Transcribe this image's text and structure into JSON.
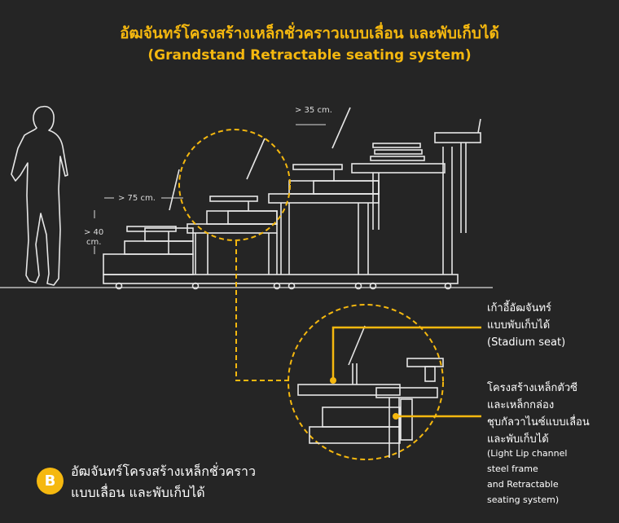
{
  "title_th": "อัฒจันทร์โครงสร้างเหล็กชั่วคราวแบบเลื่อน และพับเก็บได้",
  "title_en": "(Grandstand Retractable seating system)",
  "dimensions": {
    "seat_gap": "> 35 cm.",
    "row_depth": "> 75 cm.",
    "step_height_1": "> 40",
    "step_height_2": "cm."
  },
  "callouts": {
    "seat": [
      "เก้าอี้อัฒจันทร์",
      "แบบพับเก็บได้",
      "(Stadium seat)"
    ],
    "frame": [
      "โครงสร้างเหล็กตัวซี",
      "และเหล็กกล่อง",
      "ชุบกัลวาไนซ์แบบเลื่อน",
      "และพับเก็บได้"
    ],
    "frame_en": [
      "(Light Lip channel",
      "steel frame",
      "and Retractable",
      "seating system)"
    ]
  },
  "badge": "B",
  "caption": [
    "อัฒจันทร์โครงสร้างเหล็กชั่วคราว",
    "แบบเลื่อน และพับเก็บได้"
  ],
  "colors": {
    "background": "#252525",
    "accent": "#F5B80F",
    "line": "#e6e6e6"
  }
}
